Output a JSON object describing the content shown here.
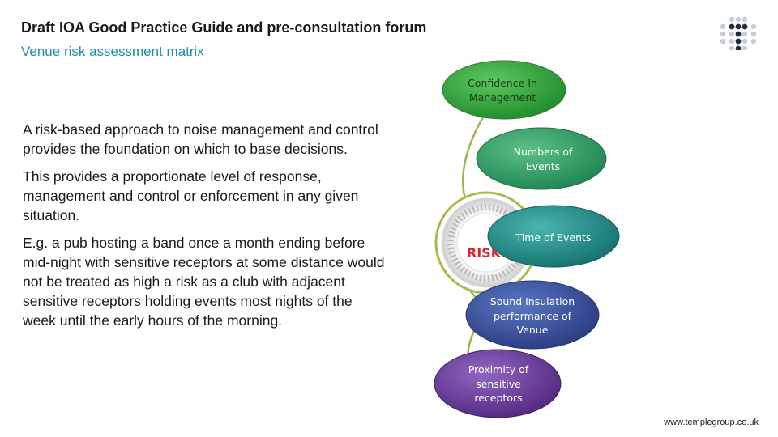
{
  "header": {
    "title": "Draft IOA Good Practice Guide and pre-consultation forum",
    "subtitle": "Venue risk assessment matrix"
  },
  "body": {
    "paragraphs": [
      "A risk-based approach to noise management and control provides the foundation on which to base decisions.",
      "This provides a proportionate level of response, management and  control or enforcement in any given situation.",
      "E.g. a pub hosting a band once a month ending before mid-night with sensitive receptors at some distance would not be treated as high a risk as a club with adjacent sensitive receptors holding events most nights of the week until the early hours of the morning."
    ]
  },
  "diagram": {
    "center_label": "RISK",
    "factors": [
      {
        "label": "Confidence In Management",
        "color": "#2e9b3b"
      },
      {
        "label": "Numbers of Events",
        "color": "#2f9a6a"
      },
      {
        "label": "Time of Events",
        "color": "#238a8a"
      },
      {
        "label": "Sound Insulation performance of Venue",
        "color": "#3a4f9a"
      },
      {
        "label": "Proximity of sensitive receptors",
        "color": "#6a3e98"
      }
    ]
  },
  "footer": {
    "url": "www.templegroup.co.uk"
  },
  "logo": {
    "icon": "dot-grid-logo-icon"
  }
}
